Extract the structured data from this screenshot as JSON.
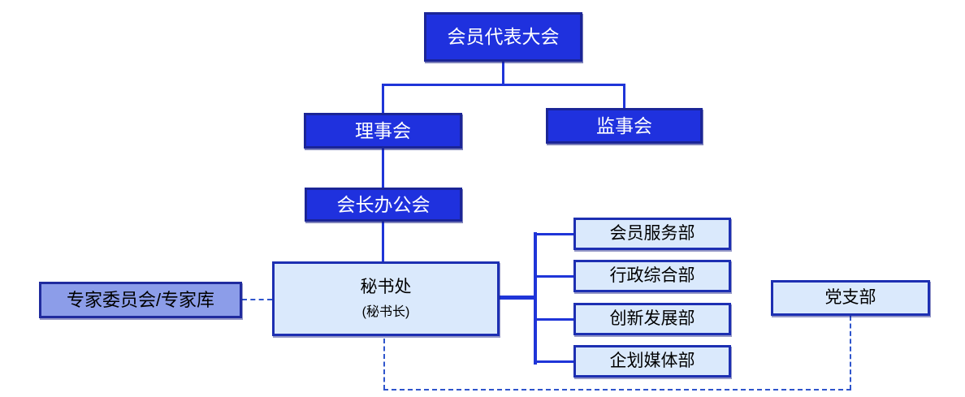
{
  "diagram": {
    "type": "org-chart",
    "background": "#ffffff",
    "colors": {
      "dark_box_fill": "#1F31DE",
      "dark_box_border": "#1B2597",
      "dark_box_text": "#FFFFFF",
      "light_box_fill": "#DAE9FC",
      "light_box_border": "#1D2FB2",
      "light_box_text": "#000000",
      "accent_box_fill": "#8C9DE9",
      "accent_box_border": "#202B9E",
      "connector_solid": "#1F35D8",
      "connector_dashed": "#2F55CC"
    },
    "nodes": {
      "general_assembly": {
        "label": "会员代表大会"
      },
      "council": {
        "label": "理事会"
      },
      "supervisory_board": {
        "label": "监事会"
      },
      "president_office": {
        "label": "会长办公会"
      },
      "secretariat": {
        "label": "秘书处",
        "sublabel": "(秘书长)"
      },
      "expert_committee": {
        "label": "专家委员会/专家库"
      },
      "party_branch": {
        "label": "党支部"
      },
      "departments": [
        {
          "label": "会员服务部"
        },
        {
          "label": "行政综合部"
        },
        {
          "label": "创新发展部"
        },
        {
          "label": "企划媒体部"
        }
      ]
    },
    "edges": {
      "solid": [
        "general_assembly -> council",
        "general_assembly -> supervisory_board",
        "council -> president_office",
        "president_office -> secretariat",
        "secretariat -> departments"
      ],
      "dashed": [
        "expert_committee -- secretariat",
        "secretariat -- party_branch"
      ]
    }
  }
}
